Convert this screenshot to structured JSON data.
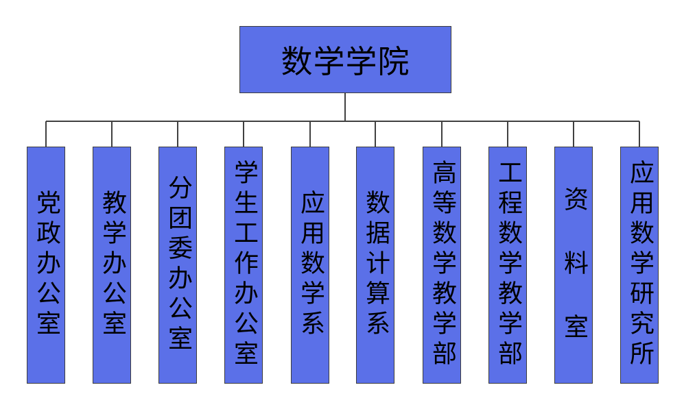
{
  "root": {
    "label": "数学学院"
  },
  "units": [
    {
      "label": "党政办公室"
    },
    {
      "label": "教学办公室"
    },
    {
      "label": "分团委办公室"
    },
    {
      "label": "学生工作办公室"
    },
    {
      "label": "应用数学系"
    },
    {
      "label": "数据计算系"
    },
    {
      "label": "高等数学教学部"
    },
    {
      "label": "工程数学教学部"
    },
    {
      "label": "资 料 室"
    },
    {
      "label": "应用数学研究所"
    }
  ],
  "colors": {
    "box_fill": "#5b70e8",
    "box_border": "#3c3c3c",
    "connector": "#404040"
  }
}
